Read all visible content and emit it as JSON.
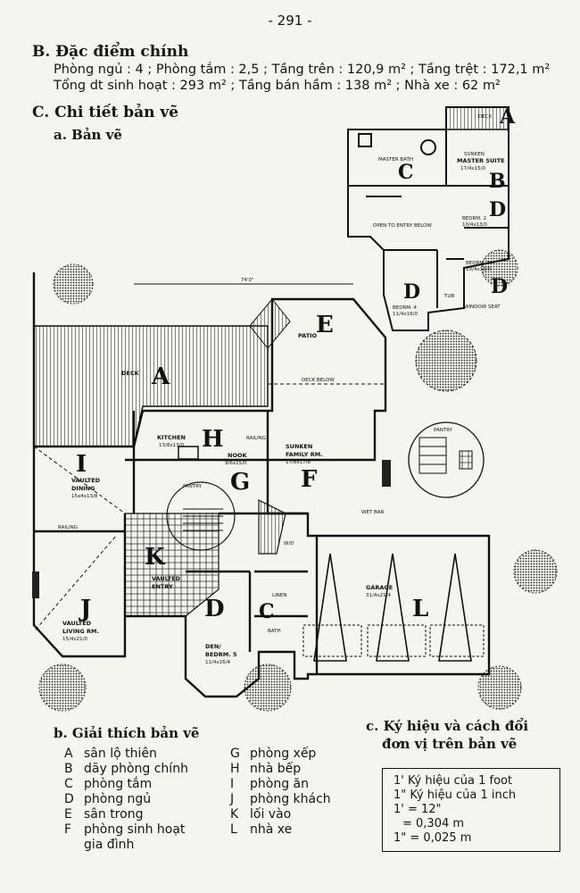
{
  "page_number": "- 291 -",
  "section_b": {
    "title": "B. Đặc điểm chính",
    "line1": "Phòng ngủ : 4 ; Phòng tắm : 2,5 ; Tầng trên : 120,9 m² ; Tầng trệt : 172,1 m²",
    "line2": "Tổng dt sinh hoạt : 293 m² ; Tầng bán hầm : 138 m² ; Nhà xe : 62 m²"
  },
  "section_c": {
    "title": "C. Chi tiết bản vẽ",
    "sub_a": "a. Bản vẽ",
    "sub_b": "b. Giải thích bản vẽ",
    "sub_c_line1": "c. Ký hiệu và cách đổi",
    "sub_c_line2": "đơn vị trên bản vẽ"
  },
  "plan_labels": {
    "dimension": "74'0\"",
    "patio": "PATIO",
    "deck": "DECK",
    "deck_below": "DECK BELOW",
    "kitchen": "KITCHEN",
    "kitchen_size": "13/8x13/0",
    "nook": "NOOK",
    "nook_size": "9/6x15/0",
    "railing": "RAILING",
    "family_line1": "SUNKEN",
    "family_line2": "FAMILY RM.",
    "family_size": "17/8x17/8",
    "dining_line1": "VAULTED",
    "dining_line2": "DINING",
    "dining_size": "15x4x13/8",
    "pantry": "PANTRY",
    "entry_line1": "VAULTED",
    "entry_line2": "ENTRY",
    "living_line1": "VAULTED",
    "living_line2": "LIVING RM.",
    "living_size": "15/4x21/0",
    "den_line1": "DEN/",
    "den_line2": "BEDRM. 5",
    "den_size": "11/4x16/4",
    "garage": "GARAGE",
    "garage_size": "31/4x21/4",
    "wet_bar": "WET BAR",
    "linen": "LINEN",
    "bath": "BATH",
    "wd": "W/D",
    "master_bath": "MASTER BATH",
    "master_suite_line1": "SUNKEN",
    "master_suite_line2": "MASTER SUITE",
    "master_size": "17/4x15/0",
    "bedrm2": "BEDRM. 2",
    "bedrm2_size": "10/4x13/0",
    "bedrm3": "BEDRM. 3",
    "bedrm3_size": "10/4x13/0",
    "bedrm4": "BEDRM. 4",
    "bedrm4_size": "11/4x16/0",
    "open_to_entry": "OPEN TO ENTRY BELOW",
    "window_seat": "WINDOW SEAT",
    "tub": "TUB",
    "letters": {
      "A": "A",
      "B": "B",
      "C": "C",
      "D": "D",
      "E": "E",
      "F": "F",
      "G": "G",
      "H": "H",
      "I": "I",
      "J": "J",
      "K": "K",
      "L": "L"
    }
  },
  "legend_left": [
    {
      "key": "A",
      "text": "sân lộ thiên"
    },
    {
      "key": "B",
      "text": "dãy phòng chính"
    },
    {
      "key": "C",
      "text": "phòng tắm"
    },
    {
      "key": "D",
      "text": "phòng ngủ"
    },
    {
      "key": "E",
      "text": "sân trong"
    },
    {
      "key": "F",
      "text": "phòng sinh hoạt"
    },
    {
      "key": "",
      "text": "gia đình"
    }
  ],
  "legend_right": [
    {
      "key": "G",
      "text": "phòng xếp"
    },
    {
      "key": "H",
      "text": "nhà bếp"
    },
    {
      "key": "I",
      "text": "phòng ăn"
    },
    {
      "key": "J",
      "text": "phòng khách"
    },
    {
      "key": "K",
      "text": "lối vào"
    },
    {
      "key": "L",
      "text": "nhà xe"
    }
  ],
  "units_box": [
    "1' Ký hiệu của 1 foot",
    "1\" Ký hiệu của 1 inch",
    "1' = 12\"",
    "= 0,304 m",
    "1\" = 0,025 m"
  ]
}
